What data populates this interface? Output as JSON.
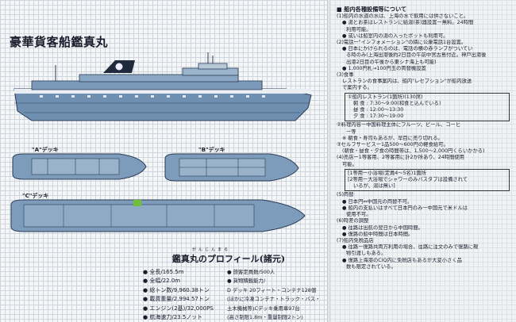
{
  "title": "豪華貨客船鑑真丸",
  "decks": {
    "a": "\"A\"デッキ",
    "b": "\"B\"デッキ",
    "c": "\"C\"デッキ"
  },
  "profile": {
    "ruby": "がんじんまる",
    "title": "鑑真丸のプロフィール(諸元)",
    "left": [
      "● 全長/165.5m",
      "● 全幅/22.0m",
      "● 総トン数/9,960.38トン",
      "● 載貨重量/2,994.57トン",
      "● エンジン(2基)/32,000PS",
      "● 航海速力/23.5ノット"
    ],
    "right": [
      "● 旅客定員数/500人",
      "● 貨物積載能力/",
      "D デッキ 20フィート・コンテナ128個",
      "(ほかに冷凍コンテナ・トラック・バス・",
      "土木機械等)Cデッキ乗用車97台",
      "(高さ制限1.8m・重量制限2トン)"
    ]
  },
  "right": {
    "heading": "■ 船内各種設備等について",
    "lines": [
      "(1)船内の水道の水は、上海の水で飲用には供さないこと。",
      "● 湯とお茶はレストランに給湯(茶)器設置ー無料。24時間",
      "利用可能。",
      "● 或いは船室内の湯の入ったポットも利用可。",
      "(2)電話ー\"インフォメーション\"の隣に公衆電話1台設置。",
      "● 日本にかけられるのは、電話の横の赤ランプがついてい",
      "る時のみ(上海出港後約2日目の午前中宮古島付近。神戸出港後",
      "出港2日目の午後から東シナ海上も可能)",
      "● 1,000円札→100円玉の両替機設置",
      "(3)食事",
      "レストランの食事案内は、船内\"レセプション\"が船内放送",
      "で案内する。"
    ],
    "box1": [
      "①船内レストラン(1箇所)(130席)",
      "朝 食 : 7:30〜9:00(和食と込んでいる)",
      "昼 食 : 12:00〜13:30",
      "夕 食 : 17:30〜19:00"
    ],
    "lines2": [
      "②料理内容ー中国料理主体にフルーツ、ビール、コーヒ",
      "ー等",
      "※ 朝食・寿司もあるが、早目に売り切れる。",
      "③セルフサービスー1品500〜600円の軽食給可。",
      "(朝食・昼食・夕食の時間帯は、1,500〜2,000円くらいかかる)",
      "(4)売店ー1等客用、2等客用に計2か所あり、24時間使用",
      "可能。"
    ],
    "box2": [
      "[1等用ー小浴場(定員4〜5名)1箇所",
      "[2等用ー大浴場でシャワーのみバスタブは設備されて",
      "いるが、湯は無い]"
    ],
    "lines3": [
      "(5)両替",
      "● 日本円⇔中国元の両替不可。",
      "● 船内の支払いはすべて日本円のみ一中国元で米ドルは",
      "使用不可。",
      "(6)時差の調整",
      "● 往路は出航の翌日から中国時間。",
      "● 復路の船中時間は日本時間。",
      "(7)船内免税品店",
      "● 往路ー復路共両方利用の場合、往路に注文のみで復路に現",
      "物引渡しもある。",
      "● 復路上海港のCIQ内に免税店もあるが大変小さく品",
      "数も限定されている。"
    ]
  }
}
